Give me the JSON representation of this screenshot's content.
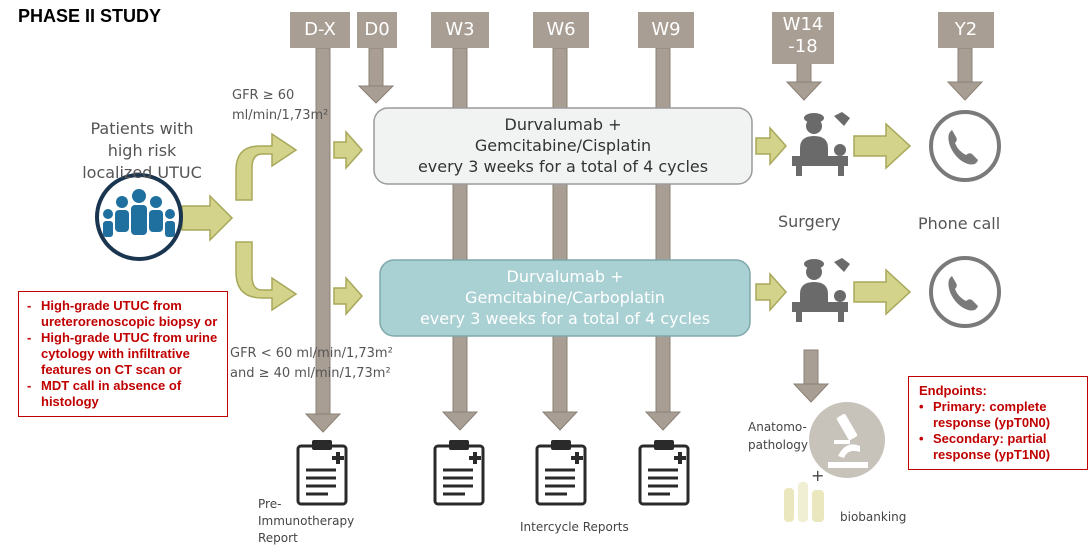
{
  "title": "PHASE II STUDY",
  "timeline": [
    "D-X",
    "D0",
    "W3",
    "W6",
    "W9",
    "W14 -18",
    "Y2"
  ],
  "patients_label": [
    "Patients with",
    "high risk",
    "localized UTUC"
  ],
  "gfr_high": [
    "GFR ≥ 60",
    "ml/min/1,73m²"
  ],
  "gfr_low": [
    "GFR < 60 ml/min/1,73m²",
    "and ≥ 40 ml/min/1,73m²"
  ],
  "arm_cisplatin": [
    "Durvalumab +",
    "Gemcitabine/Cisplatin",
    "every 3 weeks for a total of 4 cycles"
  ],
  "arm_carboplatin": [
    "Durvalumab +",
    "Gemcitabine/Carboplatin",
    "every 3 weeks for a total of 4 cycles"
  ],
  "surgery_label": "Surgery",
  "phone_call_label": "Phone call",
  "anatomo_label": [
    "Anatomo-",
    "pathology"
  ],
  "plus_sign": "+",
  "biobanking_label": "biobanking",
  "pre_report_label": [
    "Pre-",
    "Immunotherapy",
    "Report"
  ],
  "intercycle_label": "Intercycle Reports",
  "inclusion_criteria": [
    "High-grade UTUC from ureterorenoscopic biopsy or",
    "High-grade UTUC from urine cytology with infiltrative features on CT scan or",
    "MDT call in absence of histology"
  ],
  "endpoints": {
    "title": "Endpoints:",
    "items": [
      "Primary: complete response (ypT0N0)",
      "Secondary: partial response (ypT1N0)"
    ]
  },
  "colors": {
    "timeline": "#a89e93",
    "arrow_fill": "#d4d38b",
    "arrow_stroke": "#a8a85a",
    "box_top": "#f1f3f2",
    "box_bottom": "#a9d0d2",
    "critical": "#c00000",
    "icon_blue": "#1f6f9f"
  },
  "icons": [
    "people-group-icon",
    "clipboard-icon",
    "surgeon-icon",
    "phone-icon",
    "microscope-icon",
    "test-tubes-icon"
  ]
}
